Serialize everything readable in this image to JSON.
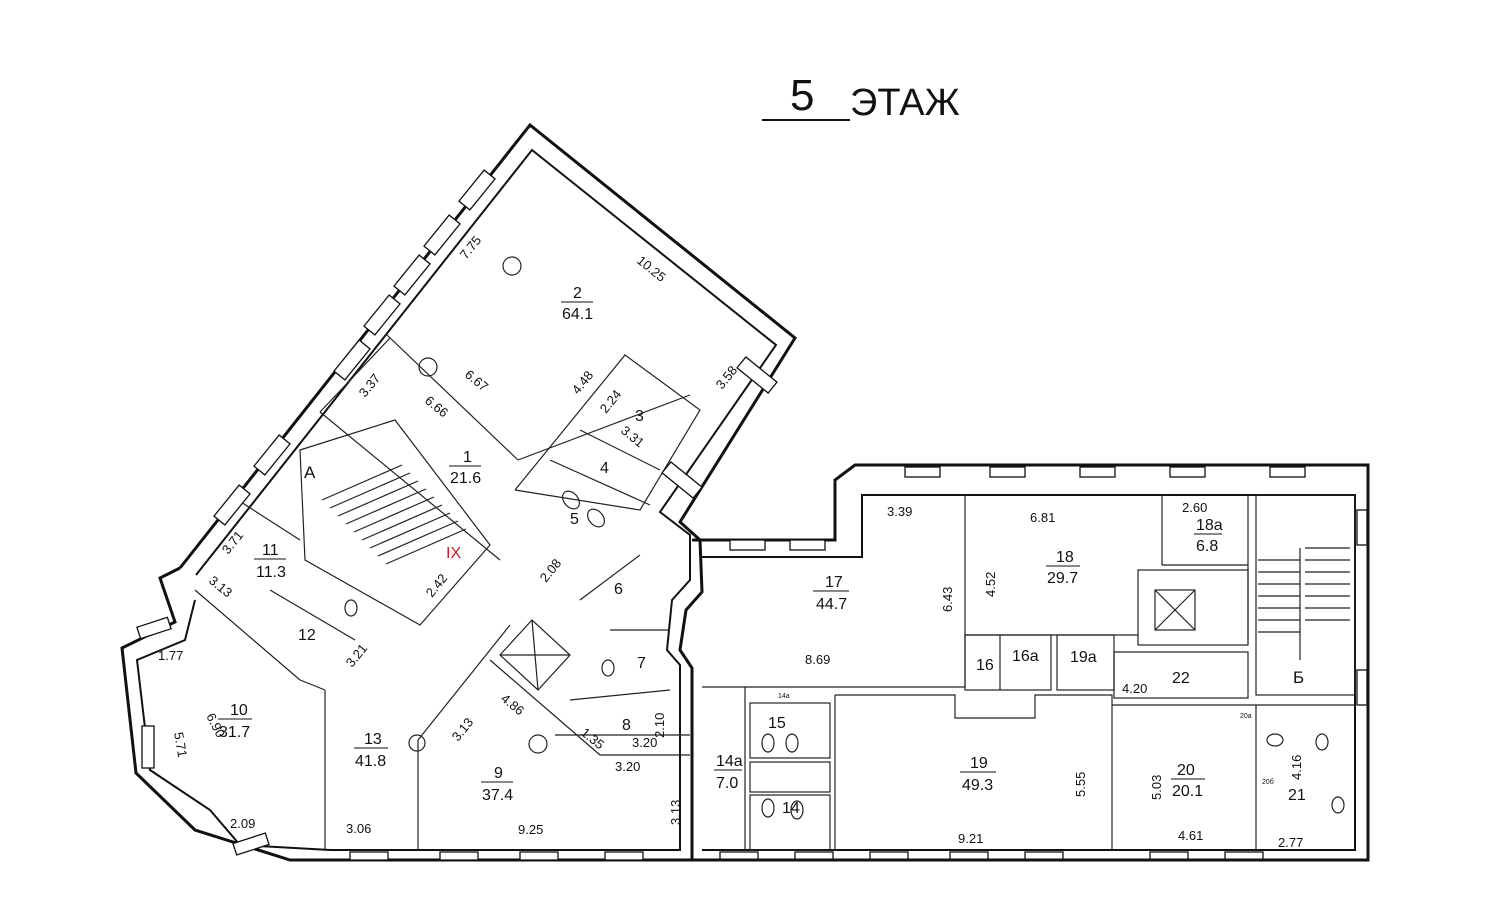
{
  "title": {
    "floor": "5",
    "word": "ЭТАЖ"
  },
  "rooms": [
    {
      "id": "1",
      "area": "21.6"
    },
    {
      "id": "2",
      "area": "64.1"
    },
    {
      "id": "3"
    },
    {
      "id": "4"
    },
    {
      "id": "5"
    },
    {
      "id": "6"
    },
    {
      "id": "7"
    },
    {
      "id": "8"
    },
    {
      "id": "9",
      "area": "37.4"
    },
    {
      "id": "10",
      "area": "31.7"
    },
    {
      "id": "11",
      "area": "11.3"
    },
    {
      "id": "12"
    },
    {
      "id": "13",
      "area": "41.8"
    },
    {
      "id": "14"
    },
    {
      "id": "14а",
      "area": "7.0"
    },
    {
      "id": "15"
    },
    {
      "id": "16"
    },
    {
      "id": "16а"
    },
    {
      "id": "17",
      "area": "44.7"
    },
    {
      "id": "18",
      "area": "29.7"
    },
    {
      "id": "18а",
      "area": "6.8"
    },
    {
      "id": "19",
      "area": "49.3"
    },
    {
      "id": "19а"
    },
    {
      "id": "20",
      "area": "20.1"
    },
    {
      "id": "21"
    },
    {
      "id": "22"
    }
  ],
  "stair_labels": {
    "a": "А",
    "b": "Б",
    "roman": "IX"
  },
  "dimensions": {
    "d775": "7.75",
    "d1025": "10.25",
    "d358": "3.58",
    "d448": "4.48",
    "d667": "6.67",
    "d337": "3.37",
    "d666": "6.66",
    "d224": "2.24",
    "d331": "3.31",
    "d208": "2.08",
    "d242": "2.42",
    "d371": "3.71",
    "d313a": "3.13",
    "d321": "3.21",
    "d177": "1.77",
    "d690": "6.90",
    "d571": "5.71",
    "d209": "2.09",
    "d306": "3.06",
    "d313b": "3.13",
    "d486": "4.86",
    "d135": "1.35",
    "d210": "2.10",
    "d320a": "3.20",
    "d320b": "3.20",
    "d925": "9.25",
    "d313c": "3.13",
    "d339": "3.39",
    "d869": "8.69",
    "d643": "6.43",
    "d681": "6.81",
    "d452": "4.52",
    "d260": "2.60",
    "d420": "4.20",
    "d555": "5.55",
    "d921": "9.21",
    "d503": "5.03",
    "d461": "4.61",
    "d416": "4.16",
    "d277": "2.77"
  },
  "tiny_labels": {
    "t14a": "14а",
    "t20a": "20а",
    "t20b": "20б"
  }
}
